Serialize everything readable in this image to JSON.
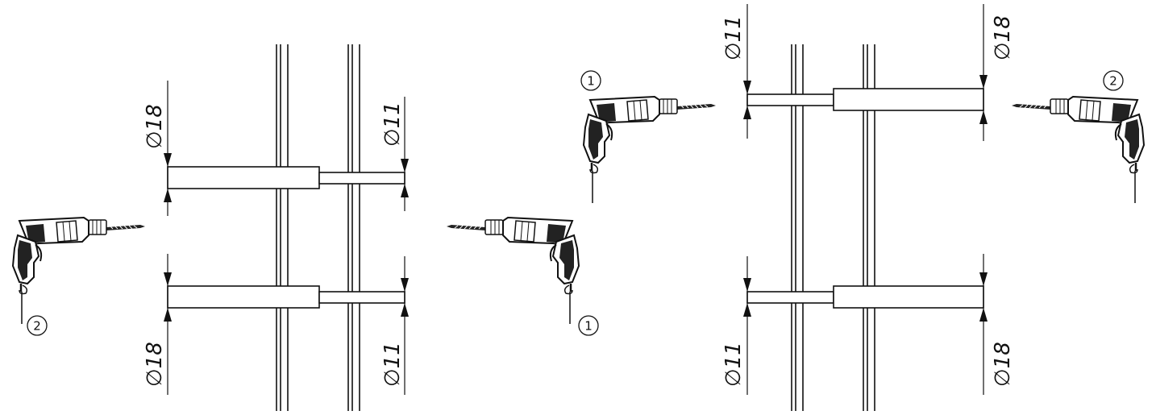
{
  "diagram": {
    "line_color": "#111111",
    "background_color": "#ffffff",
    "left_panel": {
      "dimensions": {
        "top_left": "∅18",
        "top_right": "∅11",
        "bottom_left": "∅18",
        "bottom_right": "∅11"
      },
      "drills": {
        "left_number": "2",
        "right_number": "1"
      }
    },
    "right_panel": {
      "dimensions": {
        "top_left": "∅11",
        "top_right": "∅18",
        "bottom_left": "∅11",
        "bottom_right": "∅18"
      },
      "drills": {
        "left_number": "1",
        "right_number": "2"
      }
    },
    "icons": [
      "drill-icon",
      "circled-number-icon",
      "dimension-arrow-icon"
    ]
  }
}
